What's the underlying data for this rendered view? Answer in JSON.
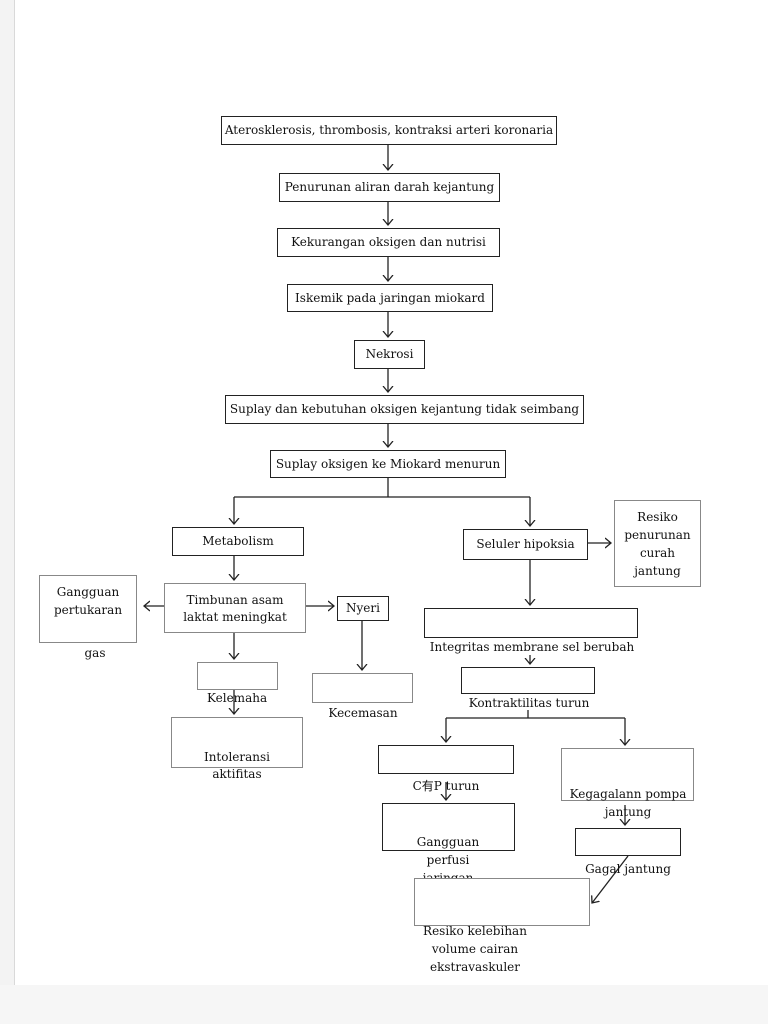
{
  "nodes": {
    "aterosklerosis": "Aterosklerosis, thrombosis, kontraksi arteri koronaria",
    "penurunan_aliran": "Penurunan aliran darah kejantung",
    "kekurangan_oksigen": "Kekurangan oksigen dan nutrisi",
    "iskemik": "Iskemik pada jaringan miokard",
    "nekrosi": "Nekrosi",
    "suplay_kebutuhan": "Suplay dan kebutuhan oksigen kejantung tidak seimbang",
    "suplay_miokard": "Suplay oksigen ke Miokard menurun",
    "metabolism": "Metabolism",
    "seluler_hipoksia": "Seluler hipoksia",
    "resiko_curah": "Resiko penurunan curah jantung",
    "gangguan_pertukaran_top": "Gangguan pertukaran",
    "gangguan_pertukaran_gas": "gas",
    "timbunan": "Timbunan asam laktat meningkat",
    "nyeri": "Nyeri",
    "integritas": "Integritas membrane sel berubah",
    "kelemahan": "Kelemaha",
    "kecemasan": "Kecemasan",
    "kontraktilitas": "Kontraktilitas turun",
    "intoleransi": "Intoleransi aktifitas",
    "cop_turun": "C有P turun",
    "kegagalan_pompa": "Kegagalann pompa jantung",
    "gangguan_perfusi": "Gangguan perfusi jaringan",
    "gagal_jantung": "Gagal jantung",
    "resiko_kelebihan": "Resiko kelebihan volume cairan ekstravaskuler"
  }
}
